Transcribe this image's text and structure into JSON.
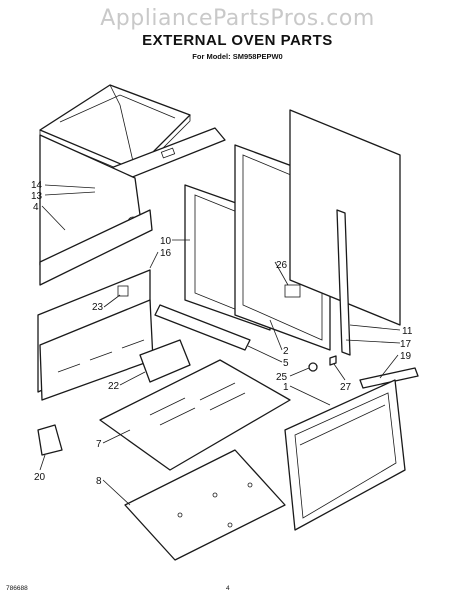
{
  "watermark": "AppliancePartsPros.com",
  "title": "EXTERNAL OVEN PARTS",
  "model": "For Model: SM958PEPW0",
  "doc_number": "786688",
  "page_number": "4",
  "callouts": {
    "c14": "14",
    "c13": "13",
    "c4": "4",
    "c10": "10",
    "c16": "16",
    "c26": "26",
    "c23": "23",
    "c11": "11",
    "c17": "17",
    "c19": "19",
    "c2": "2",
    "c5": "5",
    "c25": "25",
    "c27": "27",
    "c1": "1",
    "c22": "22",
    "c7": "7",
    "c8": "8",
    "c20": "20"
  }
}
